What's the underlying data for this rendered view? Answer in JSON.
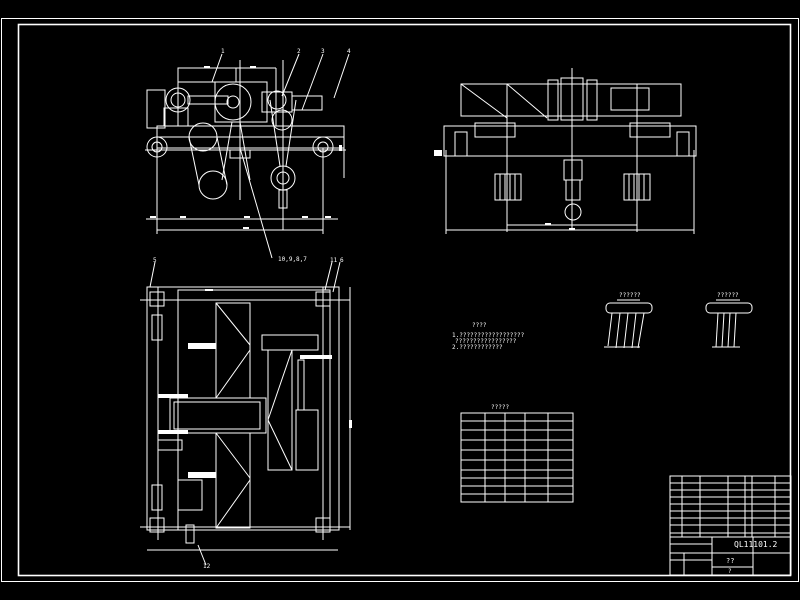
{
  "drawing": {
    "background": "#000000",
    "line_color": "#ffffff",
    "drawing_number": "QL11101.2",
    "title_block_name": "??",
    "title_block_sheet": "?"
  },
  "views": {
    "front_view": {
      "part_callouts": [
        "1",
        "2",
        "3",
        "4"
      ],
      "bottom_callout": "10,9,8,7"
    },
    "side_view": {
      "label": ""
    },
    "plan_view": {
      "part_callouts": [
        "5",
        "11",
        "6",
        "12"
      ]
    },
    "detail_views": {
      "left_title": "??????",
      "right_title": "??????"
    }
  },
  "notes": {
    "title": "????",
    "lines": [
      "1.??????????????????",
      "?????????????????",
      "2.????????????"
    ]
  },
  "spec_table": {
    "title": "?????"
  },
  "title_block": {
    "parts_rows": 9,
    "code": "QL11101.2",
    "name": "??",
    "scale": "?"
  }
}
